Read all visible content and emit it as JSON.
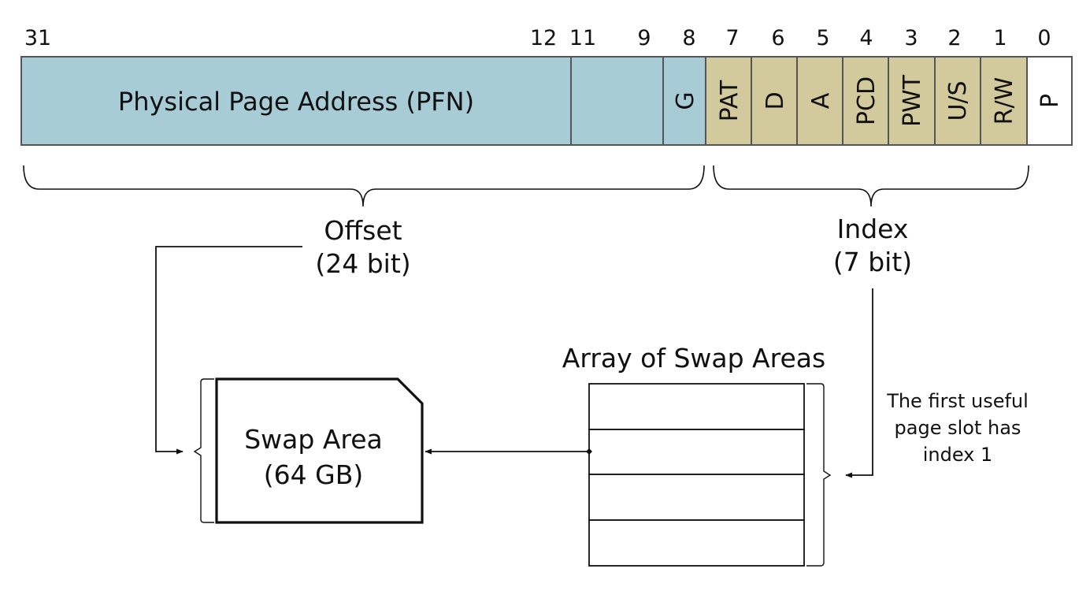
{
  "colors": {
    "pfn_fill": "#a7ccd6",
    "flag_fill": "#d2c99d",
    "present_fill": "#ffffff",
    "stroke": "#555555",
    "line": "#111111"
  },
  "bit_numbers": [
    "31",
    "12",
    "11",
    "9",
    "8",
    "7",
    "6",
    "5",
    "4",
    "3",
    "2",
    "1",
    "0"
  ],
  "entry": {
    "pfn_label": "Physical Page Address (PFN)",
    "fields": [
      "G",
      "PAT",
      "D",
      "A",
      "PCD",
      "PWT",
      "U/S",
      "R/W",
      "P"
    ]
  },
  "offset": {
    "title": "Offset",
    "size": "(24 bit)"
  },
  "index": {
    "title": "Index",
    "size": "(7 bit)"
  },
  "swap_area": {
    "title": "Swap Area",
    "size": "(64 GB)"
  },
  "swap_array": {
    "title": "Array of Swap Areas",
    "row_count": 4
  },
  "note": [
    "The first useful",
    "page slot has",
    "index 1"
  ]
}
